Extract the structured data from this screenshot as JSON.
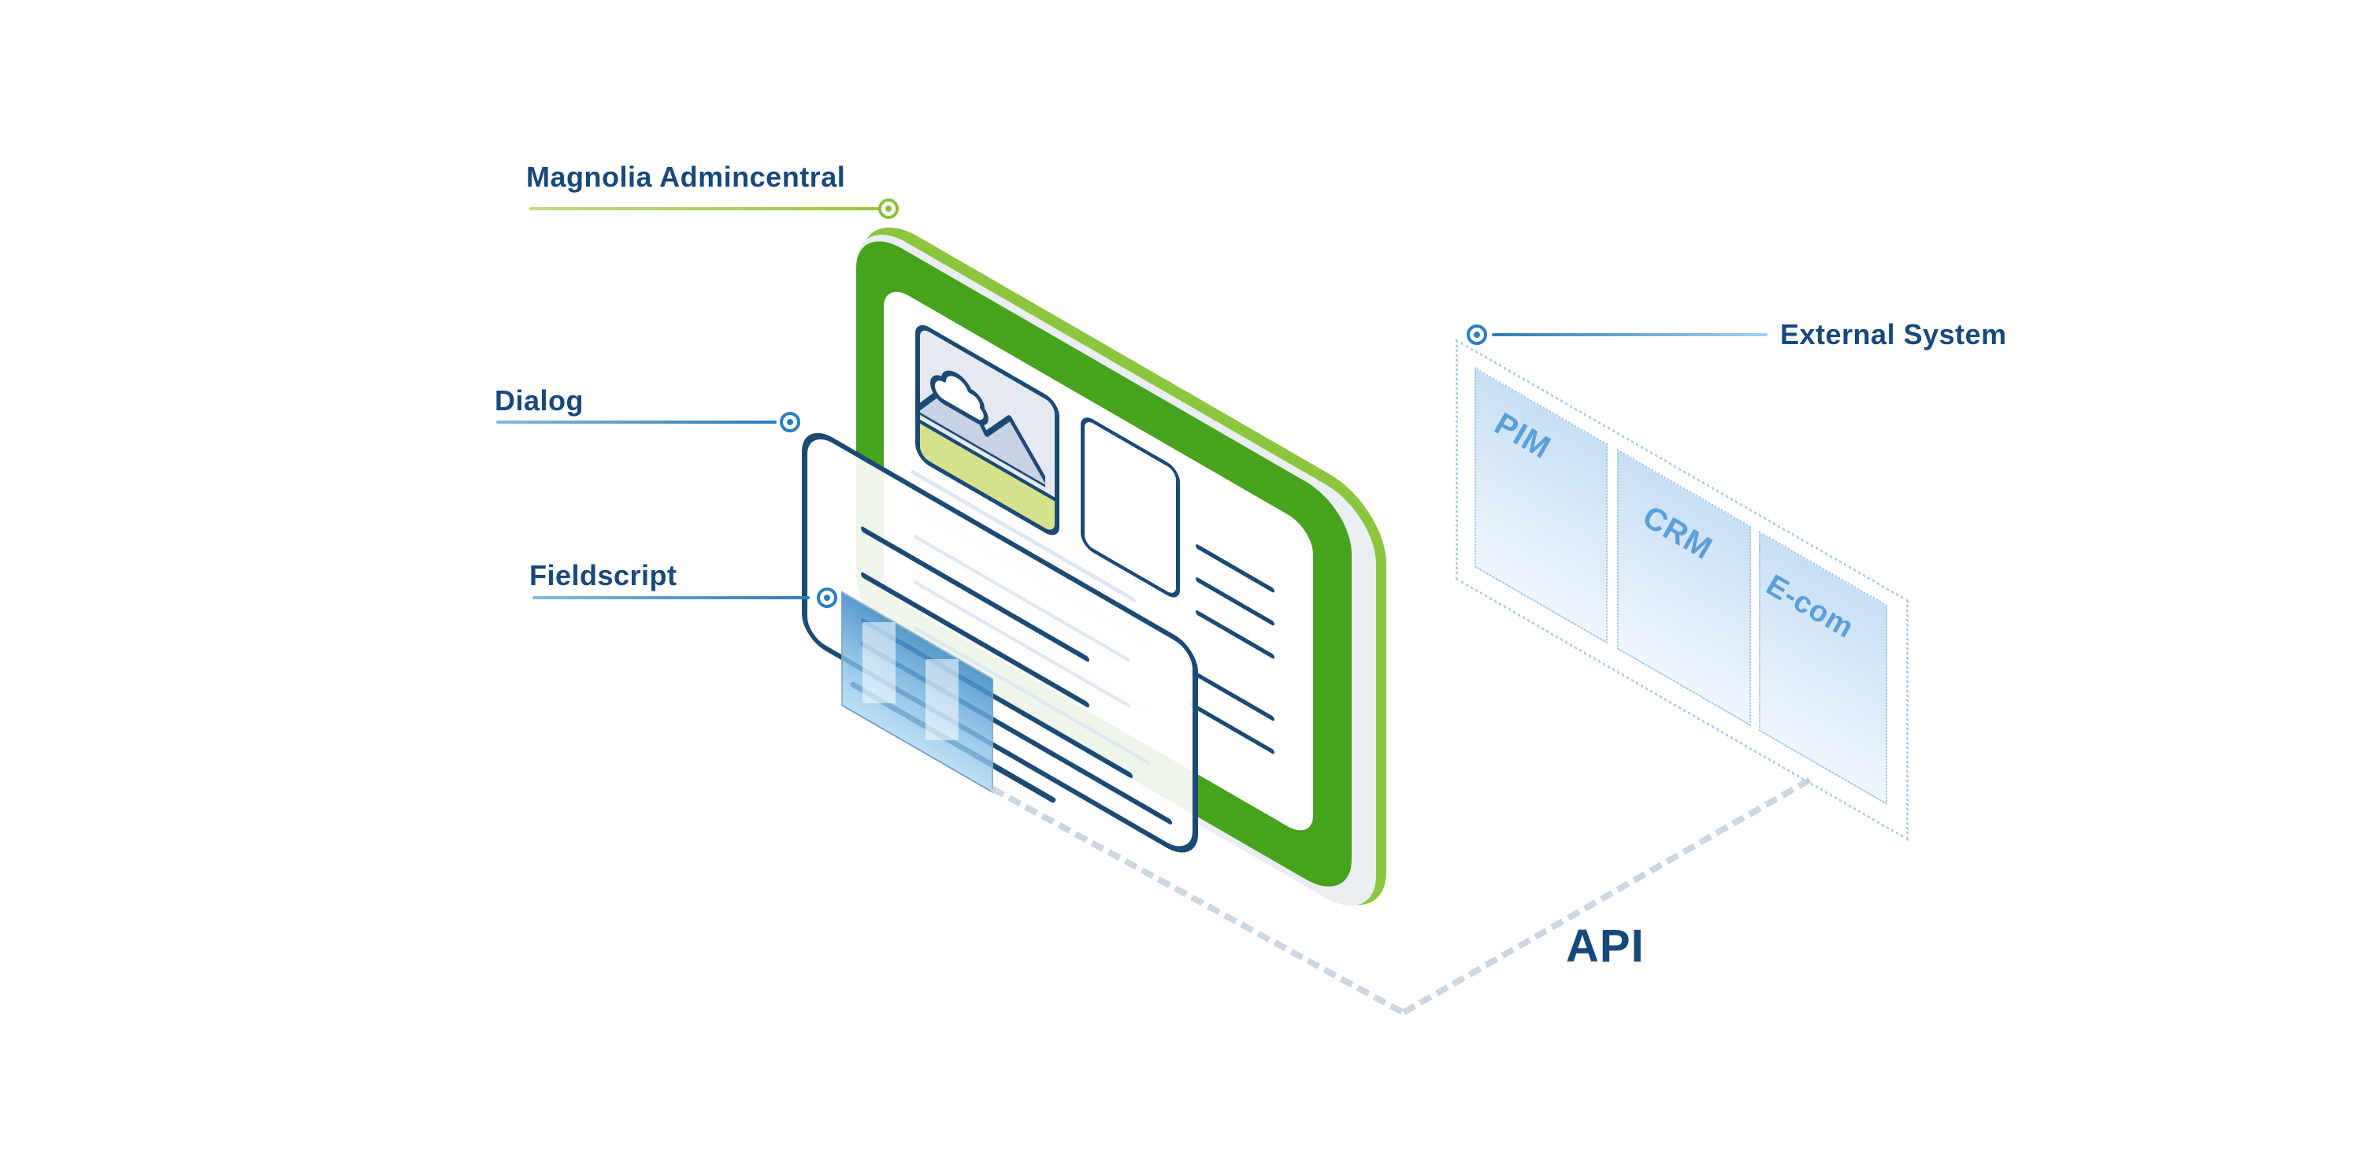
{
  "diagram_title": "Magnolia Admincentral to External System integration diagram",
  "labels": {
    "admincentral": "Magnolia Admincentral",
    "dialog": "Dialog",
    "fieldscript": "Fieldscript",
    "external_system": "External System",
    "api": "API"
  },
  "external_panels": [
    {
      "name": "PIM"
    },
    {
      "name": "CRM"
    },
    {
      "name": "E-com"
    }
  ],
  "icons": [
    "target-marker-green",
    "target-marker-blue",
    "cloud-icon",
    "mountains-icon"
  ],
  "colors": {
    "navy_text": "#17497a",
    "navy_outline": "#1b4a74",
    "frame_green_light": "#8cc63f",
    "frame_green_dark": "#47a31e",
    "leader_green": "#9cc43e",
    "leader_blue": "#2e7cb5",
    "marker_blue": "#2b7fbf",
    "marker_green": "#8fbe3d",
    "card_bg": "#e4e9f2",
    "card_band_yellow_green": "#d5e28b",
    "screen_line_light": "#dde6f1",
    "fieldscript_blue": "#3e8ac5",
    "external_panel_blue": "#c7dff5",
    "external_label_blue": "#5b9fd8",
    "dash_gray": "#cdd7e2"
  }
}
